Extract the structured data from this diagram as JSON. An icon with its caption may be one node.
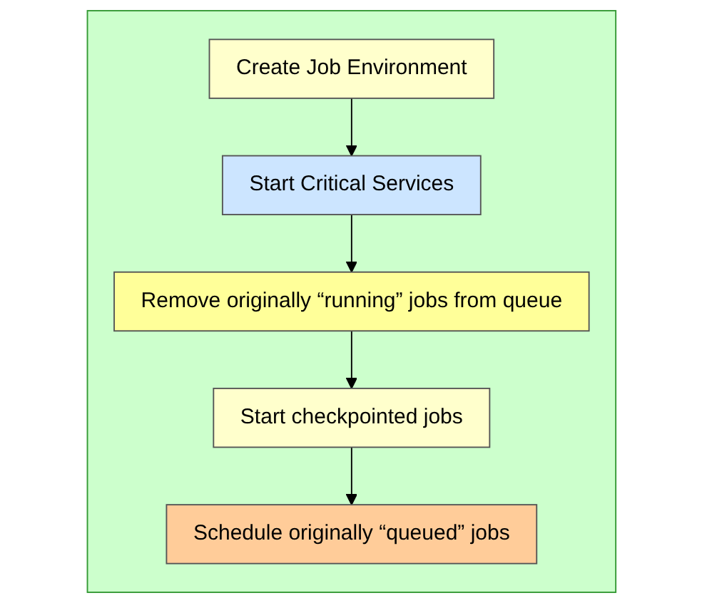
{
  "diagram": {
    "nodes": [
      {
        "text": [],
        "shape": "box"
      },
      {
        "text": [
          "Create Job Environment"
        ],
        "in": 0
      },
      {
        "text": [
          "Start Critical Services"
        ],
        "in": 0
      },
      {
        "text": [
          "Remove originally “running” jobs from queue"
        ],
        "in": 0
      },
      {
        "text": [
          "Start checkpointed jobs"
        ],
        "in": 0
      },
      {
        "text": [
          "Schedule originally “queued” jobs"
        ],
        "in": 0
      }
    ],
    "edges": [
      {
        "from": 1,
        "to": 2,
        "arrow": "to"
      },
      {
        "from": 2,
        "to": 3,
        "arrow": "to"
      },
      {
        "from": 3,
        "to": 4,
        "arrow": "to"
      },
      {
        "from": 4,
        "to": 5,
        "arrow": "to"
      }
    ]
  }
}
